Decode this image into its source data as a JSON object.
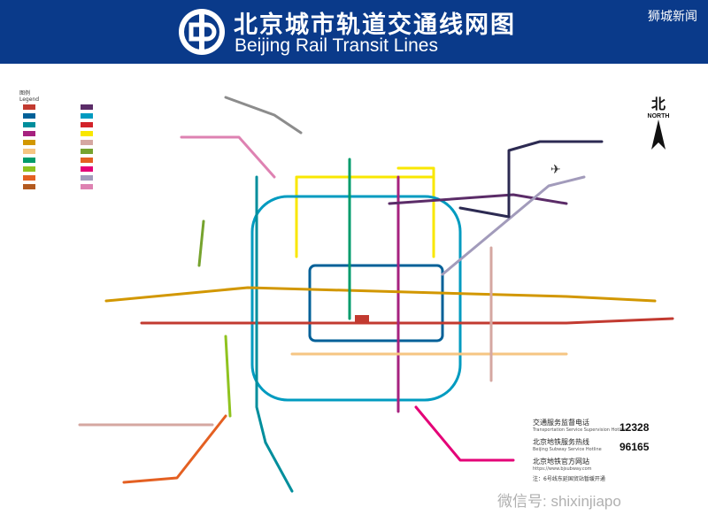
{
  "header": {
    "title_cn": "北京城市轨道交通线网图",
    "title_en": "Beijing Rail Transit Lines",
    "source_badge": "狮城新闻"
  },
  "compass": {
    "cn": "北",
    "en": "NORTH"
  },
  "legend": {
    "title": "图例",
    "title_en": "Legend"
  },
  "info": {
    "hotline1_label": "交通服务监督电话",
    "hotline1_sub": "Transportation Service Supervision Hotline",
    "hotline1_number": "12328",
    "hotline2_label": "北京地铁服务热线",
    "hotline2_sub": "Beijing Subway Service Hotline",
    "hotline2_number": "96165",
    "website_label": "北京地铁官方网站",
    "website_url": "https://www.bjsubway.com",
    "note": "注：6号线东延国贸站暂缓开通"
  },
  "watermark": "微信号: shixinjiapo",
  "colors": {
    "header": "#0a3a8a",
    "line1": "#c23a30",
    "line2": "#006098",
    "line4": "#008e9c",
    "line5": "#a6217f",
    "line6": "#d29700",
    "line7": "#f6c582",
    "line8": "#009b6b",
    "line9": "#8fc31f",
    "line10": "#009bc0",
    "line13": "#f9e700",
    "line14": "#d5a7a1",
    "line15": "#5b2c68",
    "line16": "#76a32e",
    "batong": "#c23a30",
    "changping": "#de82b2",
    "yizhuang": "#e40077",
    "fangshan": "#e46022",
    "airport": "#a29bbb",
    "yanfang": "#e46022",
    "s1": "#b35a20",
    "xijiao": "#d2232a"
  }
}
